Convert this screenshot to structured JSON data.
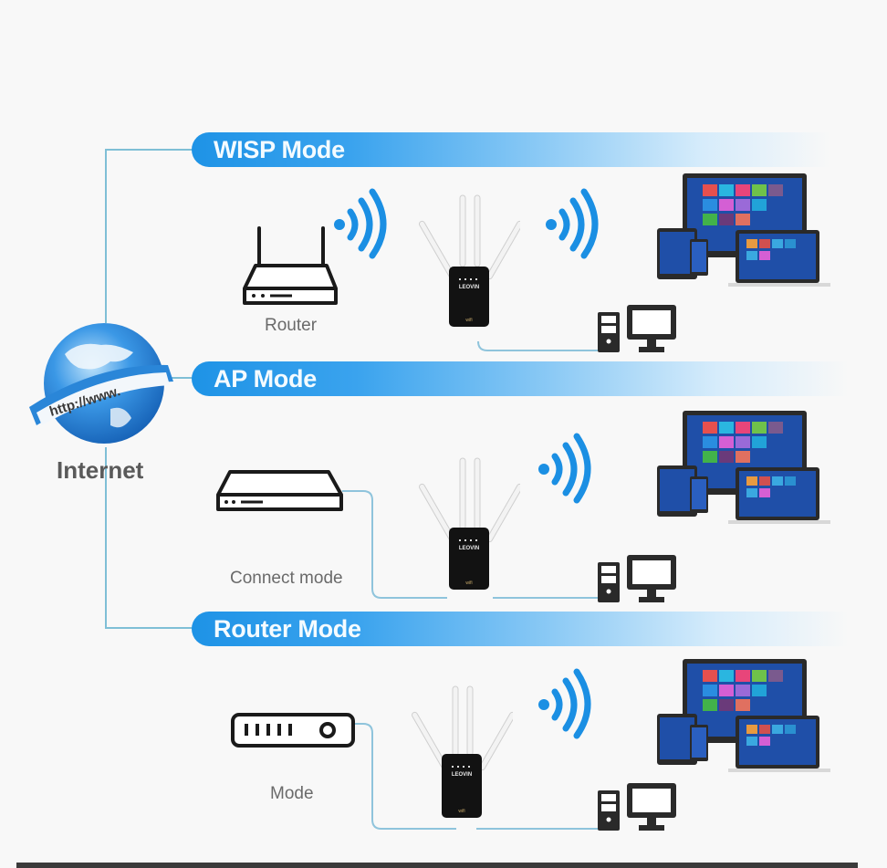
{
  "internet": {
    "label": "Internet",
    "url_text": "http://www."
  },
  "modes": [
    {
      "title": "WISP Mode",
      "source_device": "router-icon",
      "source_label": "Router",
      "repeater_brand": "LEOVIN",
      "links": [
        "wireless-in",
        "wireless-out",
        "wired-to-pc"
      ]
    },
    {
      "title": "AP Mode",
      "source_device": "modem-icon",
      "source_label": "Connect mode",
      "repeater_brand": "LEOVIN",
      "links": [
        "wired-in",
        "wireless-out",
        "wired-to-pc"
      ]
    },
    {
      "title": "Router Mode",
      "source_device": "switch-icon",
      "source_label": "Mode",
      "repeater_brand": "LEOVIN",
      "links": [
        "wired-in",
        "wireless-out",
        "wired-to-pc"
      ]
    }
  ],
  "colors": {
    "banner_blue": "#1e93e6",
    "wifi_blue": "#1b8fe3",
    "cable": "#8fc4dc",
    "device_dark": "#1a1a1a",
    "text_gray": "#6a6a6a"
  }
}
